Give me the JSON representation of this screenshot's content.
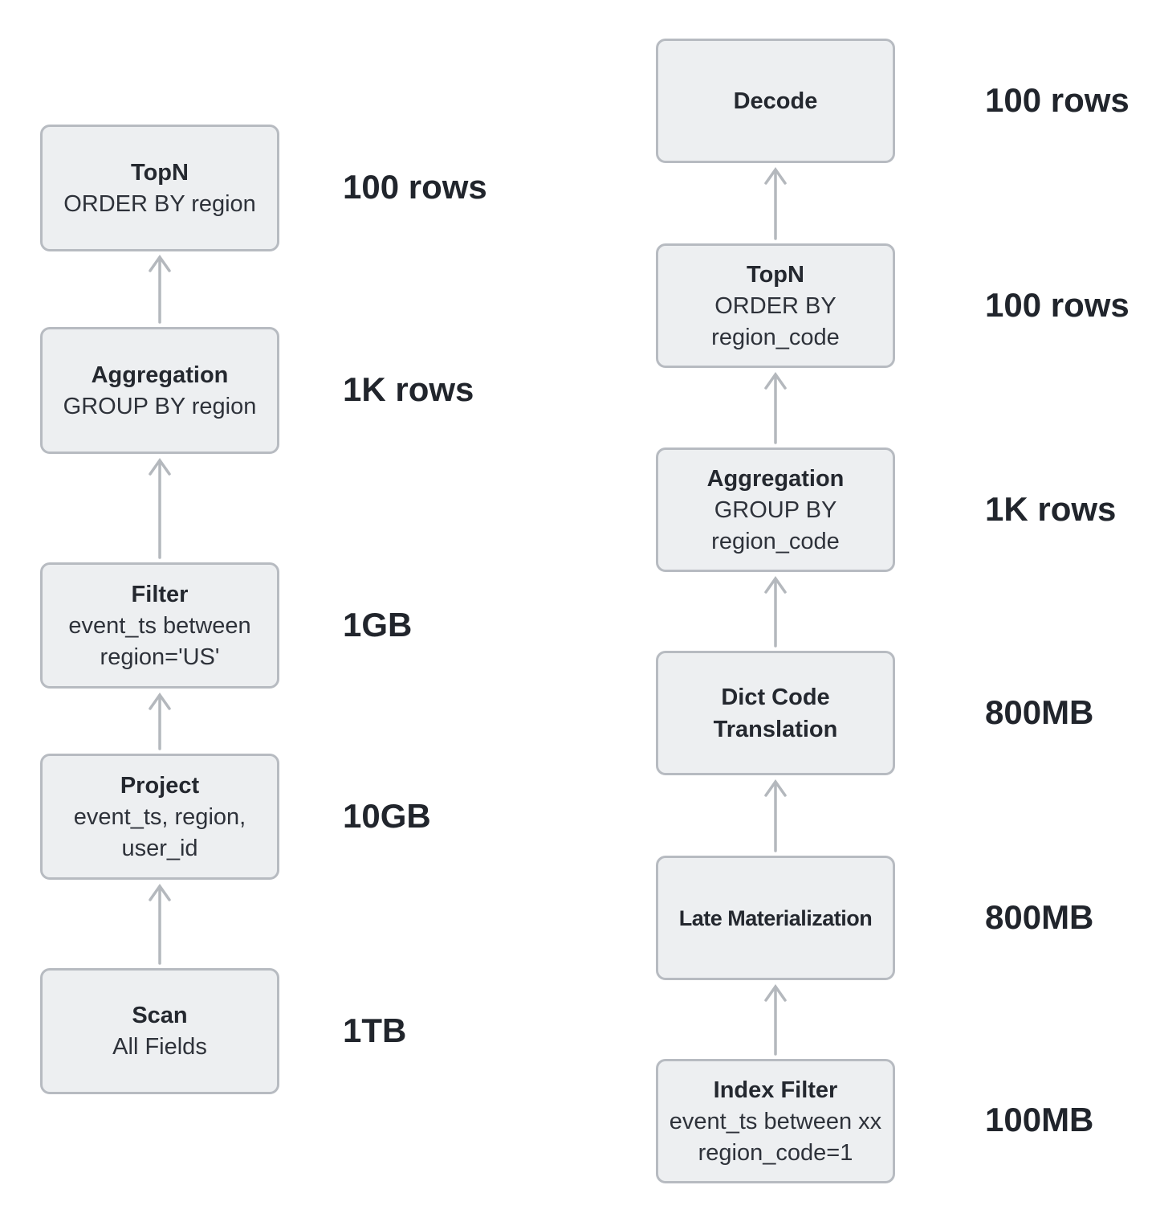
{
  "diagram_title": "query-plan-comparison",
  "colors": {
    "node_fill": "#edeff1",
    "node_border": "#b7bbc1",
    "node_text": "#24282f",
    "arrow": "#b4b8bd",
    "annotation_text": "#21252c",
    "background": "#ffffff"
  },
  "left_plan": {
    "nodes": [
      {
        "title": "TopN",
        "lines": [
          "ORDER BY region"
        ],
        "annotation": "100 rows"
      },
      {
        "title": "Aggregation",
        "lines": [
          "GROUP BY region"
        ],
        "annotation": "1K rows"
      },
      {
        "title": "Filter",
        "lines": [
          "event_ts between",
          "region='US'"
        ],
        "annotation": "1GB"
      },
      {
        "title": "Project",
        "lines": [
          "event_ts, region,",
          "user_id"
        ],
        "annotation": "10GB"
      },
      {
        "title": "Scan",
        "lines": [
          "All Fields"
        ],
        "annotation": "1TB"
      }
    ]
  },
  "right_plan": {
    "nodes": [
      {
        "title": "Decode",
        "lines": [],
        "annotation": "100 rows"
      },
      {
        "title": "TopN",
        "lines": [
          "ORDER BY",
          "region_code"
        ],
        "annotation": "100 rows"
      },
      {
        "title": "Aggregation",
        "lines": [
          "GROUP BY",
          "region_code"
        ],
        "annotation": "1K rows"
      },
      {
        "title": "Dict Code Translation",
        "lines": [],
        "annotation": "800MB"
      },
      {
        "title": "Late Materialization",
        "lines": [],
        "annotation": "800MB"
      },
      {
        "title": "Index Filter",
        "lines": [
          "event_ts between xx",
          "region_code=1"
        ],
        "annotation": "100MB"
      }
    ]
  }
}
